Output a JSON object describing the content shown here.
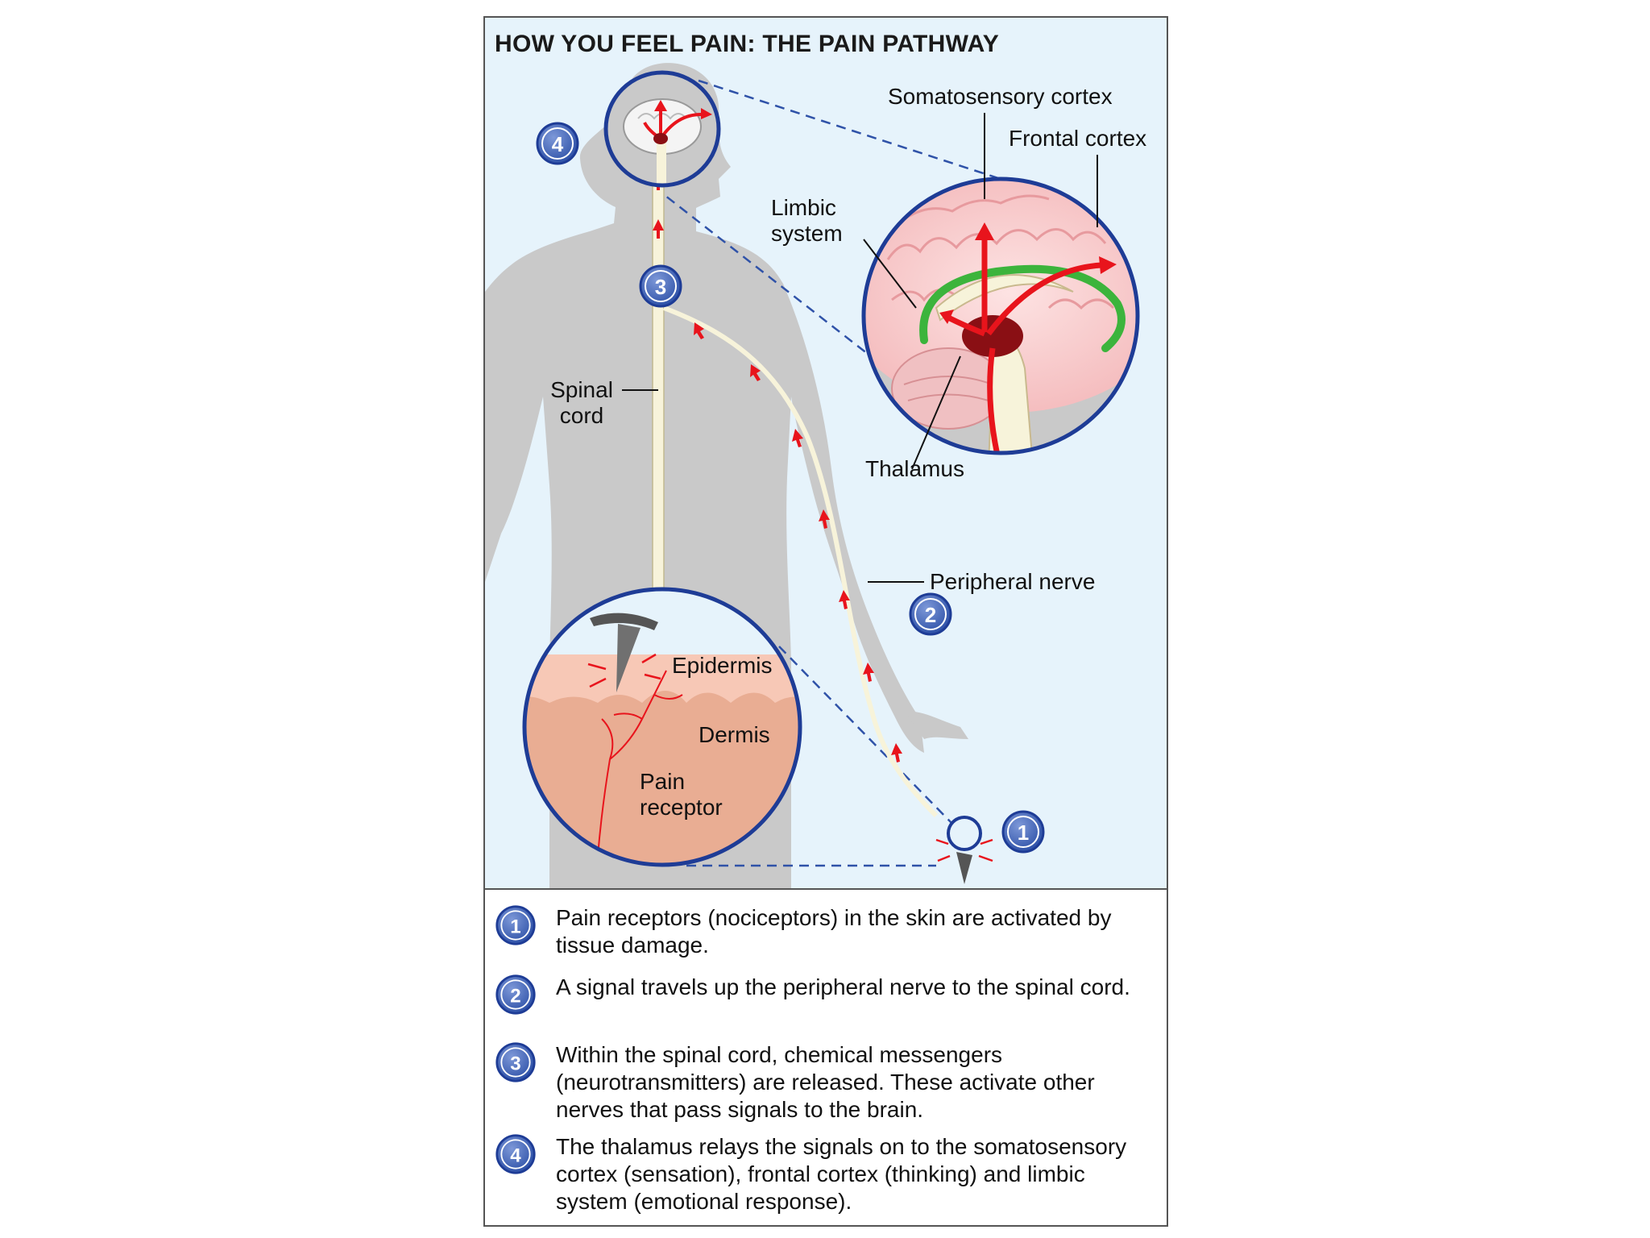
{
  "title": "HOW YOU FEEL PAIN: THE PAIN PATHWAY",
  "labels": {
    "somatosensory": "Somatosensory cortex",
    "frontal": "Frontal cortex",
    "limbic": "Limbic system",
    "thalamus": "Thalamus",
    "spinal": "Spinal cord",
    "peripheral": "Peripheral nerve",
    "epidermis": "Epidermis",
    "dermis": "Dermis",
    "receptor": "Pain receptor"
  },
  "badges": [
    "1",
    "2",
    "3",
    "4"
  ],
  "steps": [
    {
      "num": "1",
      "text": "Pain receptors (nociceptors) in the skin are activated by tissue damage."
    },
    {
      "num": "2",
      "text": "A signal travels up the peripheral nerve to the spinal cord."
    },
    {
      "num": "3",
      "text": "Within the spinal cord, chemical messengers (neurotransmitters) are released. These activate other nerves that pass signals to the brain."
    },
    {
      "num": "4",
      "text": "The thalamus relays the signals on to the somatosensory cortex (sensation), frontal cortex (thinking) and limbic system (emotional response)."
    }
  ],
  "colors": {
    "badge": "#2f52a8",
    "signal": "#e8141c",
    "limbic": "#3cb43c",
    "body": "#c8c8c8",
    "background": "#e6f3fb"
  }
}
